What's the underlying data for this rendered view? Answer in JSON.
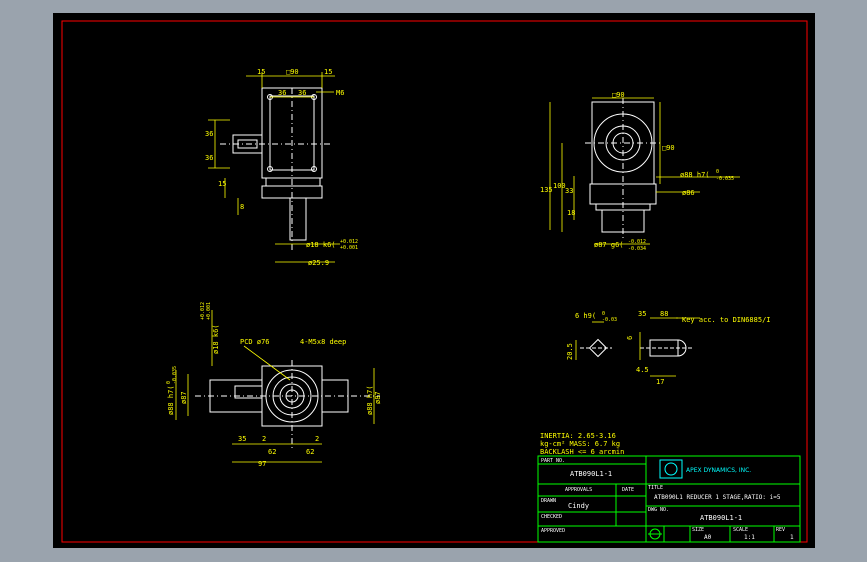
{
  "colors": {
    "background": "#000000",
    "frame": "#ff0000",
    "dimension": "#ffff00",
    "outline": "#ffffff",
    "title_block": "#00ff00",
    "logo": "#00ffff",
    "chrome": "#9aa3ad"
  },
  "views": {
    "front": {
      "dims": {
        "d15a": "15",
        "sq90": "□90",
        "d15b": "15",
        "d36a": "36",
        "d36b": "36",
        "m6": "M6",
        "v36a": "36",
        "v36b": "36",
        "d15v": "15",
        "d8v": "8",
        "shaft_fit": "ø18 k6(",
        "fit_up": "+0.012",
        "fit_dn": "+0.001",
        "d25": "ø25.9"
      }
    },
    "side": {
      "dims": {
        "sq90": "□90",
        "sq90v": "□90",
        "d135": "135",
        "d100": "100",
        "d33": "33",
        "d18": "18",
        "fit_a": "ø88 h7(",
        "fit_a_up": "0",
        "fit_a_dn": "-0.035",
        "d86": "ø86",
        "fit_b": "ø87 g6(",
        "fit_b_up": "-0.012",
        "fit_b_dn": "-0.034"
      }
    },
    "bottom": {
      "dims": {
        "pcd": "PCD ø76",
        "tap": "4-M5x8 deep",
        "fitL": "ø18 k6(",
        "fitL_up": "+0.012",
        "fitL_dn": "+0.001",
        "dia_l1": "ø88 h7(",
        "dia_l1_up": "0",
        "dia_l1_dn": "-0.035",
        "dia_l2": "ø87",
        "dia_r": "ø88 h7(",
        "dia_r2": "ø87",
        "d35": "35",
        "d2a": "2",
        "d2b": "2",
        "d62a": "62",
        "d62b": "62",
        "d97": "97"
      }
    },
    "key": {
      "dims": {
        "kw": "6 h9(",
        "kw_up": "0",
        "kw_dn": "-0.03",
        "h205": "20.5",
        "len35": "35",
        "len88": "88",
        "key_note": "Key acc. to DIN6885/I",
        "d6": "6",
        "d45": "4.5",
        "d17": "17"
      }
    }
  },
  "notes": [
    "INERTIA: 2.65-3.16",
    "kg-cm²  MASS: 6.7 kg",
    "BACKLASH <= 6 arcmin"
  ],
  "title_block": {
    "part_no_label": "PART NO.",
    "part_no": "ATB090L1-1",
    "approval_label": "APPROVALS",
    "date_label": "DATE",
    "drawn_label": "DRAWN",
    "drawn": "Cindy",
    "checked_label": "CHECKED",
    "approved_label": "APPROVED",
    "company": "APEX DYNAMICS, INC.",
    "title_label": "TITLE",
    "title": "ATB090L1 REDUCER 1 STAGE,RATIO: i=5",
    "dwg_no_label": "DWG NO.",
    "dwg_no": "ATB090L1-1",
    "size_label": "SIZE",
    "size": "A0",
    "scale_label": "SCALE",
    "scale": "1:1",
    "rev_label": "REV",
    "rev": "1"
  }
}
